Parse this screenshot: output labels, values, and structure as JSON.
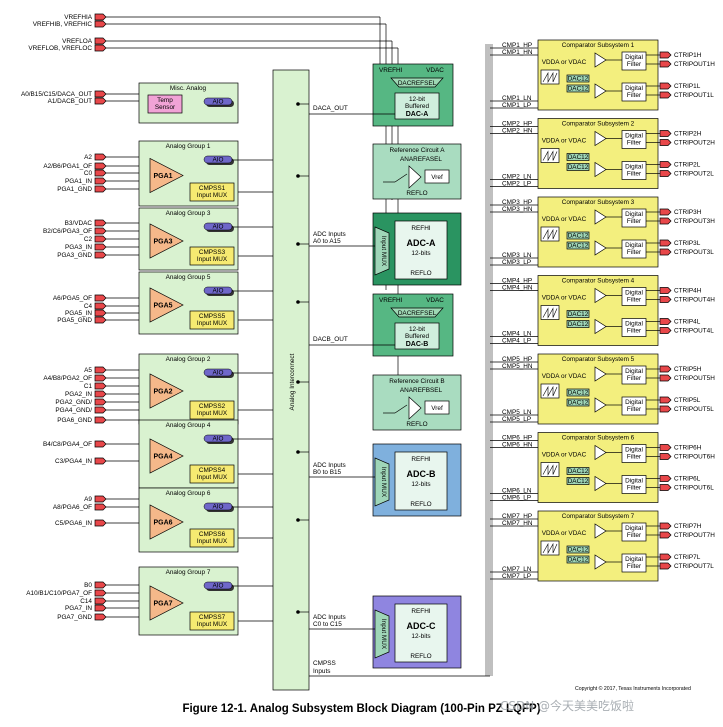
{
  "caption": "Figure 12-1. Analog Subsystem Block Diagram (100-Pin PZ LQFP)",
  "copyright": "Copyright © 2017, Texas Instruments Incorporated",
  "watermark": "CSDN @今天美美吃饭啦",
  "colors": {
    "pin": "#e8474a",
    "group_bg": "#d9f2d0",
    "comp_bg": "#f3ef7e",
    "dac_bg": "#56b783",
    "adc_bg": "#2a9461",
    "adcb_bg": "#7fb0dd",
    "adcc_bg": "#8f85e0",
    "ref_bg": "#a9dcc0",
    "pga": "#f5b88a",
    "mux": "#f6ea71",
    "aio": "#6f67c9",
    "interconnect": "#d9f2d0"
  },
  "top_pins": [
    "VREFHIA",
    "VREFHIB, VREFHIC",
    "VREFLOA",
    "VREFLOB, VREFLOC"
  ],
  "misc": {
    "title": "Misc. Analog",
    "temp": "Temp\nSensor",
    "aio": "AIO",
    "pins": [
      "A0/B15/C15/DACA_OUT",
      "A1/DACB_OUT"
    ]
  },
  "groups": [
    {
      "title": "Analog Group 1",
      "pga": "PGA1",
      "mux": [
        "CMPSS1",
        "Input MUX"
      ],
      "pins": [
        "A2",
        "A2/B6/PGA1_OF",
        "C0",
        "PGA1_IN",
        "PGA1_GND"
      ]
    },
    {
      "title": "Analog Group 3",
      "pga": "PGA3",
      "mux": [
        "CMPSS3",
        "Input MUX"
      ],
      "pins": [
        "B3/VDAC",
        "B2/C6/PGA3_OF",
        "C2",
        "PGA3_IN",
        "PGA3_GND"
      ]
    },
    {
      "title": "Analog Group 5",
      "pga": "PGA5",
      "mux": [
        "CMPSS5",
        "Input MUX"
      ],
      "pins": [
        "A6/PGA5_OF",
        "C4",
        "PGA5_IN",
        "PGA5_GND"
      ]
    },
    {
      "title": "Analog Group 2",
      "pga": "PGA2",
      "mux": [
        "CMPSS2",
        "Input MUX"
      ],
      "pins": [
        "A5",
        "A4/B8/PGA2_OF",
        "C1",
        "PGA2_IN",
        "PGA2_GND/",
        "PGA4_GND/",
        "PGA6_GND"
      ]
    },
    {
      "title": "Analog Group 4",
      "pga": "PGA4",
      "mux": [
        "CMPSS4",
        "Input MUX"
      ],
      "pins": [
        "B4/C8/PGA4_OF",
        "C3/PGA4_IN"
      ]
    },
    {
      "title": "Analog Group 6",
      "pga": "PGA6",
      "mux": [
        "CMPSS6",
        "Input MUX"
      ],
      "pins": [
        "A9",
        "A8/PGA6_OF",
        "C5/PGA6_IN"
      ]
    },
    {
      "title": "Analog Group 7",
      "pga": "PGA7",
      "mux": [
        "CMPSS7",
        "Input MUX"
      ],
      "pins": [
        "B0",
        "A10/B1/C10/PGA7_OF",
        "C14",
        "PGA7_IN",
        "PGA7_GND"
      ]
    }
  ],
  "aio": "AIO",
  "interconnect": "Analog Interconnect",
  "signals": {
    "daca": "DACA_OUT",
    "dacb": "DACB_OUT",
    "adca": [
      "ADC Inputs",
      "A0 to A15"
    ],
    "adcb": [
      "ADC Inputs",
      "B0 to B15"
    ],
    "adcc": [
      "ADC Inputs",
      "C0 to C15"
    ],
    "cmpss": [
      "CMPSS",
      "Inputs"
    ]
  },
  "dacs": [
    {
      "vrefhi": "VREFHI",
      "vdac": "VDAC",
      "sel": "DACREFSEL",
      "body": [
        "12-bit",
        "Buffered"
      ],
      "name": "DAC-A"
    },
    {
      "vrefhi": "VREFHI",
      "vdac": "VDAC",
      "sel": "DACREFSEL",
      "body": [
        "12-bit",
        "Buffered"
      ],
      "name": "DAC-B"
    }
  ],
  "refs": [
    {
      "title": "Reference Circuit A",
      "sel": "ANAREFASEL",
      "vref": "Vref",
      "reflo": "REFLO"
    },
    {
      "title": "Reference Circuit B",
      "sel": "ANAREFBSEL",
      "vref": "Vref",
      "reflo": "REFLO"
    }
  ],
  "adcs": [
    {
      "refhi": "REFHI",
      "name": "ADC-A",
      "bits": "12-bits",
      "reflo": "REFLO",
      "mux": "Input MUX"
    },
    {
      "refhi": "REFHI",
      "name": "ADC-B",
      "bits": "12-bits",
      "reflo": "REFLO",
      "mux": "Input MUX"
    },
    {
      "refhi": "REFHI",
      "name": "ADC-C",
      "bits": "12-bits",
      "reflo": "REFLO",
      "mux": "Input MUX"
    }
  ],
  "comp_common": {
    "vdda": "VDDA or VDAC",
    "dac": "DAC12",
    "filter": [
      "Digital",
      "Filter"
    ]
  },
  "comparators": [
    {
      "title": "Comparator Subsystem 1",
      "in": [
        "CMP1_HP",
        "CMP1_HN",
        "CMP1_LN",
        "CMP1_LP"
      ],
      "out": [
        "CTRIP1H",
        "CTRIPOUT1H",
        "CTRIP1L",
        "CTRIPOUT1L"
      ]
    },
    {
      "title": "Comparator Subsystem 2",
      "in": [
        "CMP2_HP",
        "CMP2_HN",
        "CMP2_LN",
        "CMP2_LP"
      ],
      "out": [
        "CTRIP2H",
        "CTRIPOUT2H",
        "CTRIP2L",
        "CTRIPOUT2L"
      ]
    },
    {
      "title": "Comparator Subsystem 3",
      "in": [
        "CMP3_HP",
        "CMP3_HN",
        "CMP3_LN",
        "CMP3_LP"
      ],
      "out": [
        "CTRIP3H",
        "CTRIPOUT3H",
        "CTRIP3L",
        "CTRIPOUT3L"
      ]
    },
    {
      "title": "Comparator Subsystem 4",
      "in": [
        "CMP4_HP",
        "CMP4_HN",
        "CMP4_LN",
        "CMP4_LP"
      ],
      "out": [
        "CTRIP4H",
        "CTRIPOUT4H",
        "CTRIP4L",
        "CTRIPOUT4L"
      ]
    },
    {
      "title": "Comparator Subsystem 5",
      "in": [
        "CMP5_HP",
        "CMP5_HN",
        "CMP5_LN",
        "CMP5_LP"
      ],
      "out": [
        "CTRIP5H",
        "CTRIPOUT5H",
        "CTRIP5L",
        "CTRIPOUT5L"
      ]
    },
    {
      "title": "Comparator Subsystem 6",
      "in": [
        "CMP6_HP",
        "CMP6_HN",
        "CMP6_LN",
        "CMP6_LP"
      ],
      "out": [
        "CTRIP6H",
        "CTRIPOUT6H",
        "CTRIP6L",
        "CTRIPOUT6L"
      ]
    },
    {
      "title": "Comparator Subsystem 7",
      "in": [
        "CMP7_HP",
        "CMP7_HN",
        "CMP7_LN",
        "CMP7_LP"
      ],
      "out": [
        "CTRIP7H",
        "CTRIPOUT7H",
        "CTRIP7L",
        "CTRIPOUT7L"
      ]
    }
  ]
}
